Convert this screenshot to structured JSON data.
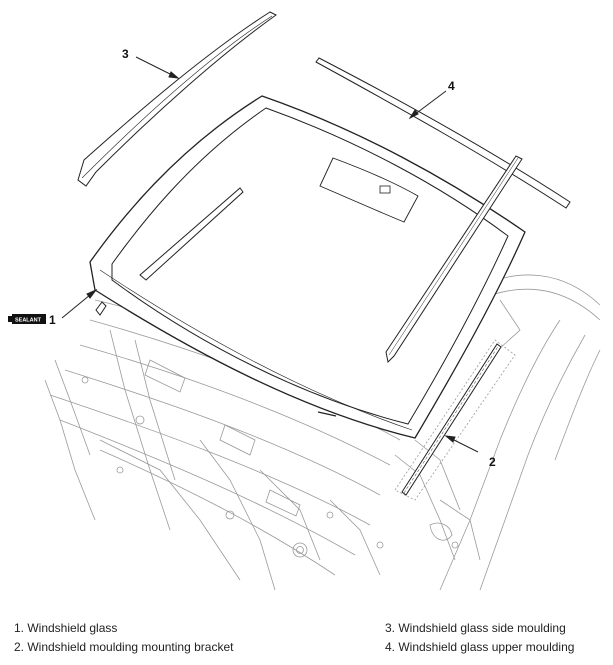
{
  "callouts": {
    "c1": "1",
    "c2": "2",
    "c3": "3",
    "c4": "4",
    "sealant": "SEALANT"
  },
  "legend": {
    "left": [
      "1. Windshield glass",
      "2. Windshield moulding mounting bracket"
    ],
    "right": [
      "3. Windshield glass side moulding",
      "4. Windshield glass upper moulding"
    ]
  },
  "colors": {
    "line": "#222222",
    "body_line": "#9a9a9a",
    "sealant_badge": "#111111"
  }
}
